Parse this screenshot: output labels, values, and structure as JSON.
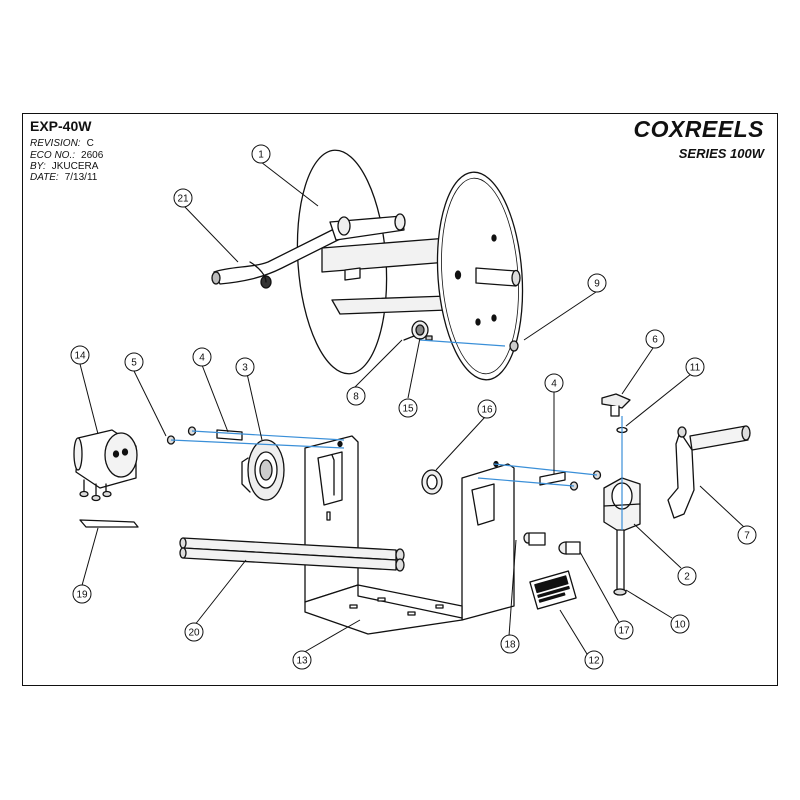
{
  "title_block": {
    "model": "EXP-40W",
    "revision_label": "REVISION:",
    "revision": "C",
    "eco_label": "ECO NO.:",
    "eco": "2606",
    "by_label": "BY:",
    "by": "JKUCERA",
    "date_label": "DATE:",
    "date": "7/13/11"
  },
  "brand": {
    "name": "COXREELS",
    "series": "SERIES 100W"
  },
  "part_labels": {
    "p1": "1",
    "p2": "2",
    "p3": "3",
    "p4a": "4",
    "p4b": "4",
    "p5": "5",
    "p6": "6",
    "p7": "7",
    "p8": "8",
    "p9": "9",
    "p10": "10",
    "p11": "11",
    "p12": "12",
    "p13": "13",
    "p14": "14",
    "p15": "15",
    "p16": "16",
    "p17": "17",
    "p18": "18",
    "p19": "19",
    "p20": "20",
    "p21": "21"
  },
  "nameplate": {
    "text": "COXREELS"
  },
  "colors": {
    "line": "#111111",
    "explode": "#3a8fd8",
    "fill": "#ffffff"
  }
}
